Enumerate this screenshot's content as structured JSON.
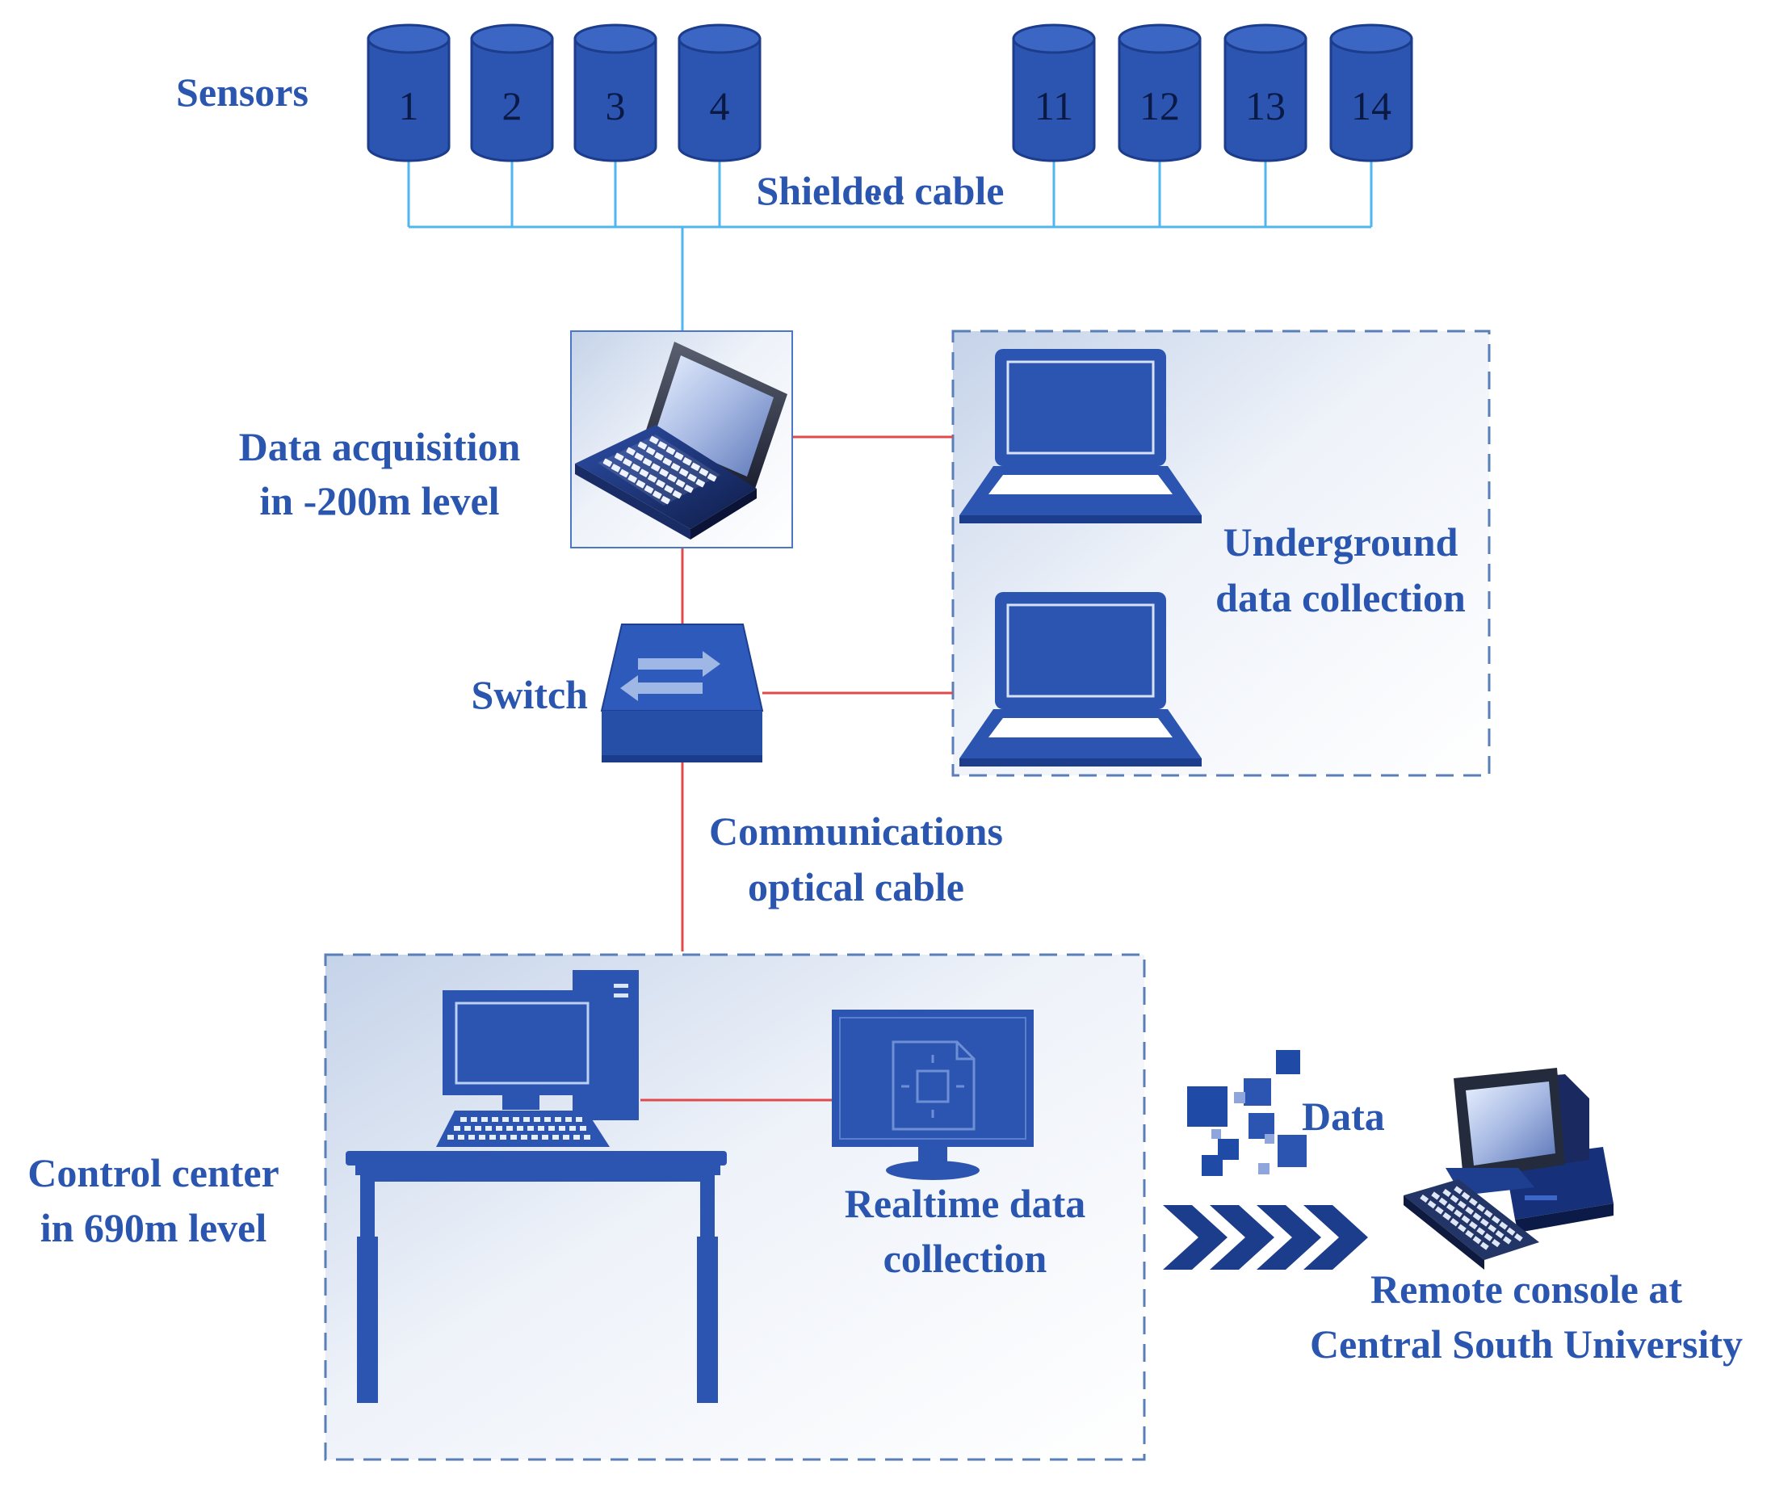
{
  "colors": {
    "device": "#2b55b1",
    "device_dark": "#1c3c8c",
    "label": "#2a56b0",
    "sensor_line": "#4fb6f0",
    "network_line": "#e04a4a",
    "group_border": "#5a7fb8"
  },
  "sensors": {
    "label": "Sensors",
    "ids": [
      "1",
      "2",
      "3",
      "4",
      "11",
      "12",
      "13",
      "14"
    ],
    "ellipsis": "…",
    "cable_label": "Shielded cable"
  },
  "acquisition": {
    "line1": "Data acquisition",
    "line2": "in -200m level",
    "icon": "laptop-icon"
  },
  "underground": {
    "line1": "Underground",
    "line2": "data collection",
    "icon": "laptop-outline-icon"
  },
  "switch": {
    "label": "Switch",
    "icon": "network-switch-icon"
  },
  "optical_cable": {
    "line1": "Communications",
    "line2": "optical cable"
  },
  "control_center": {
    "line1": "Control center",
    "line2": "in 690m level",
    "desktop_icon": "desktop-computer-icon",
    "desk_icon": "desk-icon"
  },
  "realtime": {
    "line1": "Realtime data",
    "line2": "collection",
    "icon": "monitor-icon"
  },
  "transfer": {
    "label": "Data",
    "icon": "data-blocks-icon",
    "arrows_icon": "chevron-arrows-icon"
  },
  "remote": {
    "line1": "Remote console at",
    "line2": "Central South University",
    "icon": "workstation-icon"
  }
}
